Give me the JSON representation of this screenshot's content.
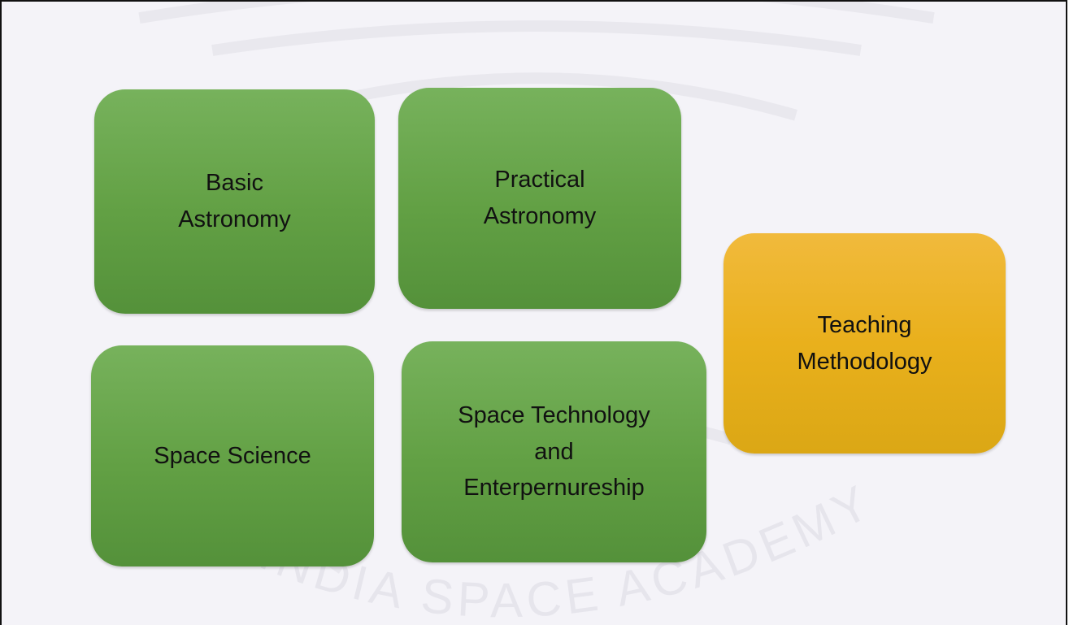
{
  "boxes": [
    {
      "id": "basic-astronomy",
      "label": "Basic\nAstronomy",
      "color": "#62a044"
    },
    {
      "id": "practical-astronomy",
      "label": "Practical\nAstronomy",
      "color": "#62a044"
    },
    {
      "id": "space-science",
      "label": "Space Science",
      "color": "#62a044"
    },
    {
      "id": "space-technology",
      "label": "Space Technology\nand\nEnterpernureship",
      "color": "#62a044"
    },
    {
      "id": "teaching-methodology",
      "label": "Teaching\nMethodology",
      "color": "#e9b01c"
    }
  ],
  "watermark": {
    "text": "INDIA SPACE ACADEMY"
  }
}
